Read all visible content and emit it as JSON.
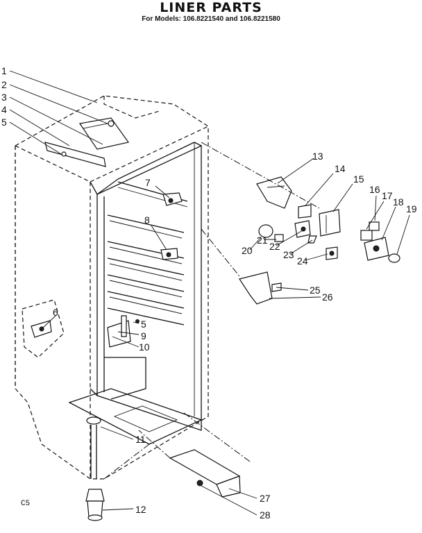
{
  "title": "LINER PARTS",
  "subtitle": "For Models: 106.8221540 and 106.8221580",
  "footer_code": "C5",
  "callouts": [
    "1",
    "2",
    "3",
    "4",
    "5",
    "6",
    "7",
    "8",
    "5",
    "9",
    "10",
    "11",
    "12",
    "13",
    "14",
    "15",
    "16",
    "17",
    "18",
    "19",
    "20",
    "21",
    "22",
    "23",
    "24",
    "25",
    "26",
    "27",
    "28"
  ]
}
